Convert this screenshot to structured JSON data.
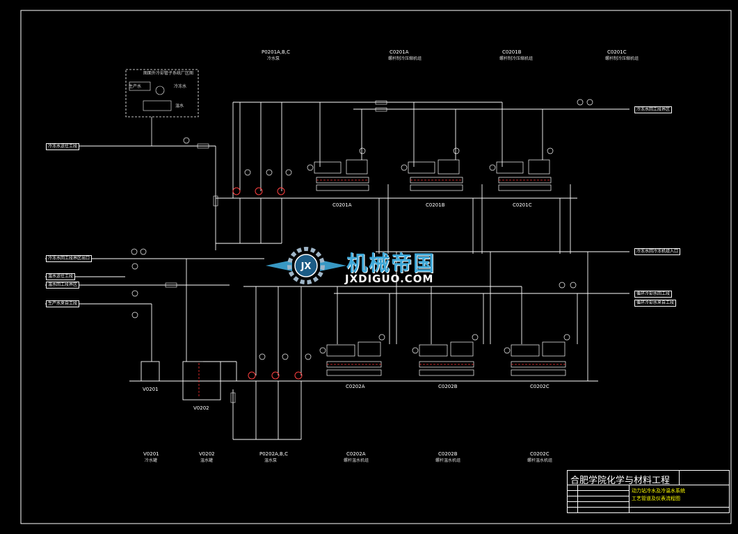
{
  "top_labels": {
    "p0201": {
      "tag": "P0201A,B,C",
      "desc": "冷水泵"
    },
    "c0201a": {
      "tag": "C0201A",
      "desc": "螺杆制冷压缩机组"
    },
    "c0201b": {
      "tag": "C0201B",
      "desc": "螺杆制冷压缩机组"
    },
    "c0201c": {
      "tag": "C0201C",
      "desc": "螺杆制冷压缩机组"
    }
  },
  "bottom_labels": {
    "v0201": {
      "tag": "V0201",
      "desc": "冷水罐"
    },
    "v0202": {
      "tag": "V0202",
      "desc": "温水罐"
    },
    "p0202": {
      "tag": "P0202A,B,C",
      "desc": "温水泵"
    },
    "c0202a": {
      "tag": "C0202A",
      "desc": "螺杆温水机组"
    },
    "c0202b": {
      "tag": "C0202B",
      "desc": "螺杆温水机组"
    },
    "c0202c": {
      "tag": "C0202C",
      "desc": "螺杆温水机组"
    }
  },
  "unit_tags": {
    "c0201a": "C0201A",
    "c0201b": "C0201B",
    "c0201c": "C0201C",
    "c0202a": "C0202A",
    "c0202b": "C0202B",
    "c0202c": "C0202C",
    "v0201": "V0201",
    "v0202": "V0202"
  },
  "connection_boxes": {
    "left_top": "冷冻水送往工段",
    "right_top": "冷冻水回工段界区",
    "left_mid1": "冷冻水回工段界区出口",
    "left_mid2": "温水送往工段",
    "left_mid3": "温水回工段界区",
    "left_mid4": "生产水来自工段",
    "right_mid": "冷冻水回冷冻机组入口",
    "right_low1": "循环冷却水回工段",
    "right_low2": "循环冷却水来自工段"
  },
  "detail_box": {
    "title": "图面外冷却管子系统厂区图",
    "items": [
      "生产水",
      "冷冻水",
      "温水"
    ]
  },
  "watermark": {
    "cn": "机械帝国",
    "en": "JXDIGUO.COM",
    "badge": "JX"
  },
  "title_block": {
    "school": "合肥学院化学与材料工程",
    "drawing_line1": "动力站冷水及冷温水系统",
    "drawing_line2": "工艺管道及仪表流程图"
  },
  "colors": {
    "line": "#ffffff",
    "pipe_accent": "#ff3030",
    "valve": "#ff4040",
    "watermark": "#3ea8d8",
    "title_text": "#ffff00"
  }
}
